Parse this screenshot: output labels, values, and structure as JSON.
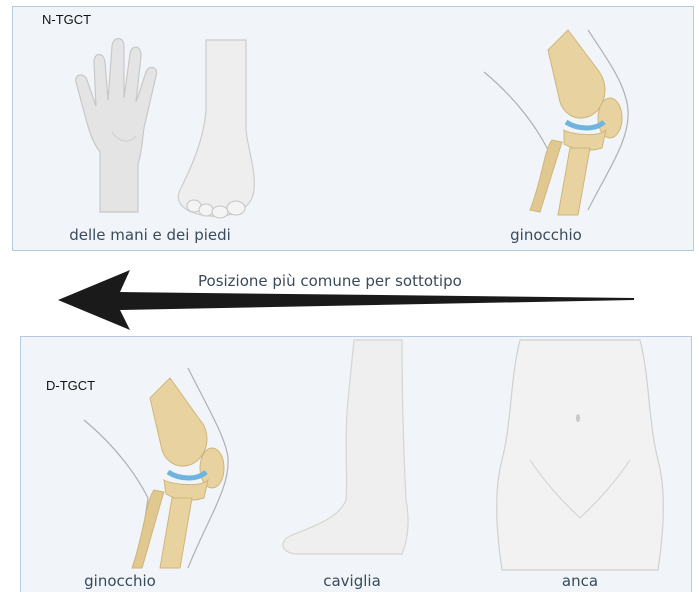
{
  "top_panel": {
    "tag": "N-TGCT",
    "labels": {
      "hands_feet": "delle mani e dei piedi",
      "knee": "ginocchio"
    }
  },
  "arrow": {
    "label": "Posizione più comune per sottotipo"
  },
  "bottom_panel": {
    "tag": "D-TGCT",
    "labels": {
      "knee": "ginocchio",
      "ankle": "caviglia",
      "hip": "anca"
    }
  },
  "colors": {
    "panel_bg": "#f1f5f9",
    "panel_border": "#b7c9dc",
    "bone": "#e8d3a0",
    "bone_shadow": "#cfb57a",
    "cartilage": "#6fb3df",
    "skin_grey": "#e6e6e6",
    "arrow": "#1a1a1a"
  }
}
